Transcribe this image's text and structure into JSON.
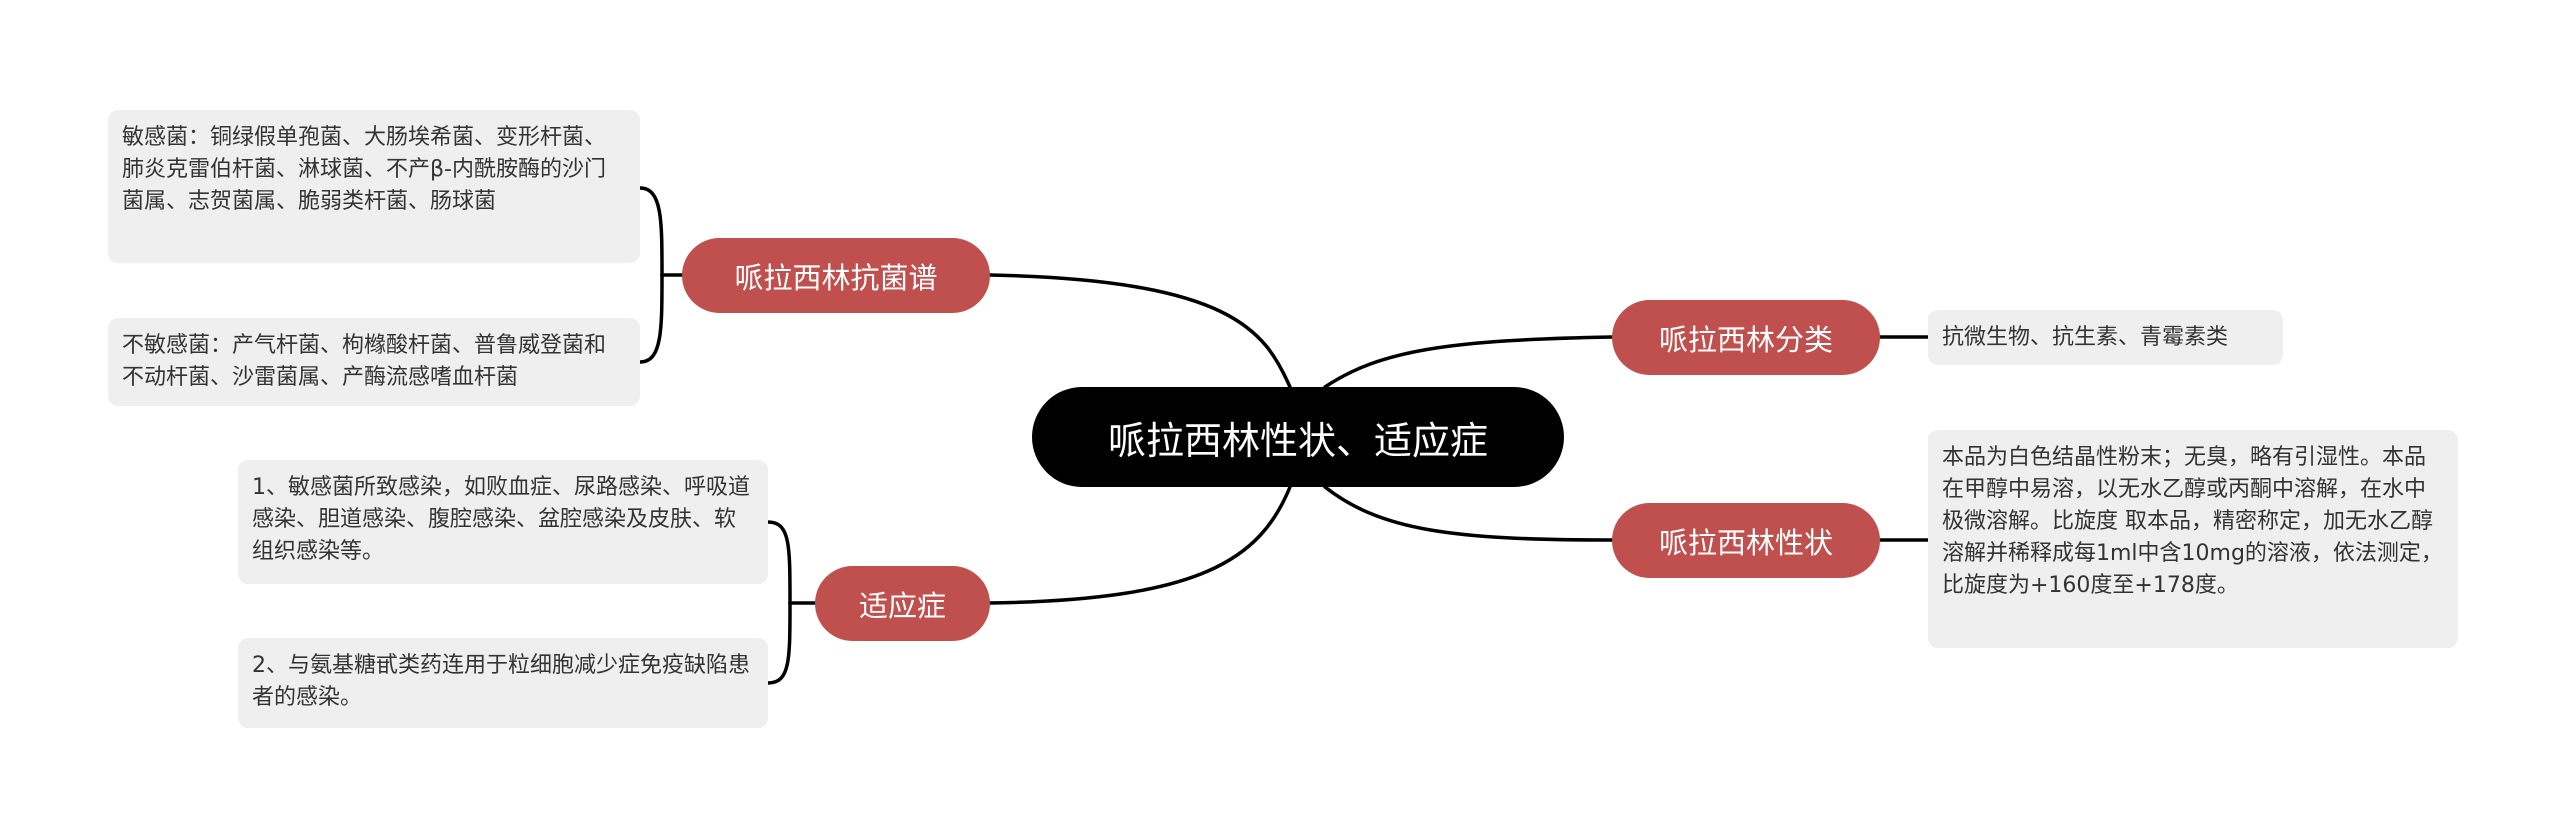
{
  "root": {
    "label": "哌拉西林性状、适应症"
  },
  "colors": {
    "root_bg": "#000000",
    "branch_bg": "#c0504d",
    "leaf_bg": "#efefef",
    "line": "#000000"
  },
  "branches": {
    "spectrum": {
      "label": "哌拉西林抗菌谱",
      "leaves": [
        "敏感菌：铜绿假单孢菌、大肠埃希菌、变形杆菌、肺炎克雷伯杆菌、淋球菌、不产β-内酰胺酶的沙门菌属、志贺菌属、脆弱类杆菌、肠球菌",
        "不敏感菌：产气杆菌、枸橼酸杆菌、普鲁威登菌和不动杆菌、沙雷菌属、产酶流感嗜血杆菌"
      ]
    },
    "indications": {
      "label": "适应症",
      "leaves": [
        "1、敏感菌所致感染，如败血症、尿路感染、呼吸道感染、胆道感染、腹腔感染、盆腔感染及皮肤、软组织感染等。",
        "2、与氨基糖甙类药连用于粒细胞减少症免疫缺陷患者的感染。"
      ]
    },
    "classification": {
      "label": "哌拉西林分类",
      "leaves": [
        "抗微生物、抗生素、青霉素类"
      ]
    },
    "properties": {
      "label": "哌拉西林性状",
      "leaves": [
        "本品为白色结晶性粉末；无臭，略有引湿性。本品在甲醇中易溶，以无水乙醇或丙酮中溶解，在水中极微溶解。比旋度 取本品，精密称定，加无水乙醇溶解并稀释成每1ml中含10mg的溶液，依法测定，比旋度为+160度至+178度。"
      ]
    }
  }
}
